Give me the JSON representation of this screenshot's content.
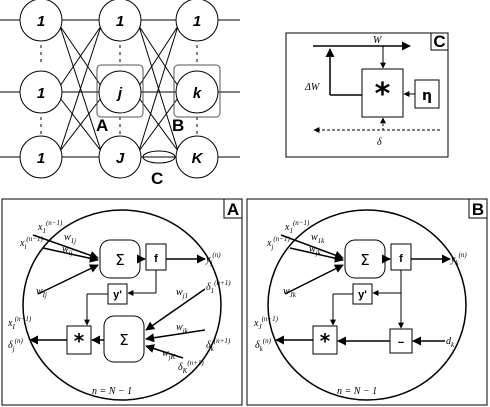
{
  "network": {
    "layer_left": [
      "1",
      "1",
      "1"
    ],
    "layer_mid": [
      "1",
      "j",
      "J"
    ],
    "layer_right": [
      "1",
      "k",
      "K"
    ],
    "label_a": "A",
    "label_b": "B",
    "label_c": "C"
  },
  "panel_c": {
    "tag": "C",
    "w": "W",
    "dw": "ΔW",
    "eta": "η",
    "delta": "δ",
    "star": "*"
  },
  "panel_a": {
    "tag": "A",
    "x1": "x",
    "x1_sub": "1",
    "x1_sup": "(n−1)",
    "xi": "x",
    "xi_sub": "i",
    "xi_sup": "(n−1)",
    "xI": "x",
    "xI_sub": "I",
    "xI_sup": "(n−1)",
    "w1j": "w",
    "w1j_sub": "1j",
    "wij": "w",
    "wij_sub": "ij",
    "wIj": "w",
    "wIj_sub": "Ij",
    "wj1": "w",
    "wj1_sub": "j1",
    "wjk": "w",
    "wjk_sub": "jk",
    "wjK": "w",
    "wjK_sub": "jK",
    "yj": "y",
    "yj_sub": "j",
    "yj_sup": "(n)",
    "d1": "δ",
    "d1_sub": "1",
    "d1_sup": "(n+1)",
    "dk": "δ",
    "dk_sub": "k",
    "dk_sup": "(n+1)",
    "dK": "δ",
    "dK_sub": "K",
    "dK_sup": "(n+1)",
    "dj": "δ",
    "dj_sub": "j",
    "dj_sup": "(n)",
    "sigma": "Σ",
    "f": "f",
    "yprime": "y'",
    "star": "*",
    "layer_eq": "n = N − 1"
  },
  "panel_b": {
    "tag": "B",
    "x1": "x",
    "x1_sub": "1",
    "x1_sup": "(n−1)",
    "xj": "x",
    "xj_sub": "j",
    "xj_sup": "(n−1)",
    "xJ": "x",
    "xJ_sub": "J",
    "xJ_sup": "(n−1)",
    "w1k": "w",
    "w1k_sub": "1k",
    "wjk": "w",
    "wjk_sub": "jk",
    "wJk": "w",
    "wJk_sub": "Jk",
    "yk": "y",
    "yk_sub": "k",
    "yk_sup": "(n)",
    "dk": "δ",
    "dk_sub": "k",
    "dk_sup": "(n)",
    "target": "d",
    "target_sub": "k",
    "sigma": "Σ",
    "f": "f",
    "yprime": "y'",
    "minus": "−",
    "star": "*",
    "layer_eq": "n = N − 1"
  }
}
